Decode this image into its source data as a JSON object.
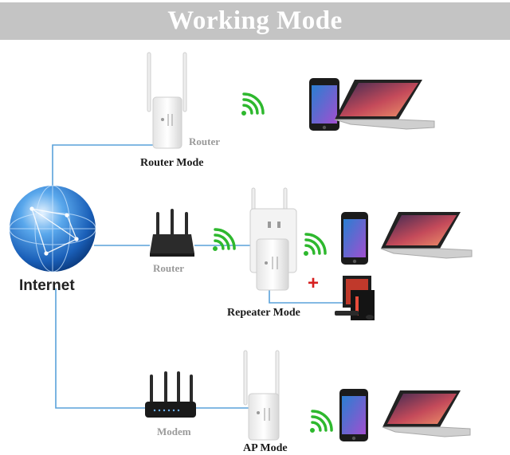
{
  "title": "Working Mode",
  "labels": {
    "internet": "Internet",
    "router_mode": "Router Mode",
    "router_top": "Router",
    "router_mid": "Router",
    "repeater_mode": "Repeater Mode",
    "modem": "Modem",
    "ap_mode": "AP Mode",
    "plus": "+"
  },
  "icons": [
    "globe-icon",
    "extender-icon",
    "router-icon",
    "modem-icon",
    "wifi-signal-icon",
    "smartphone-icon",
    "laptop-icon",
    "desktop-pc-icon"
  ],
  "colors": {
    "banner": "#c4c4c4",
    "connection_line": "#5aa2da",
    "wifi": "#2eb82e",
    "plus": "#d61f1f"
  }
}
